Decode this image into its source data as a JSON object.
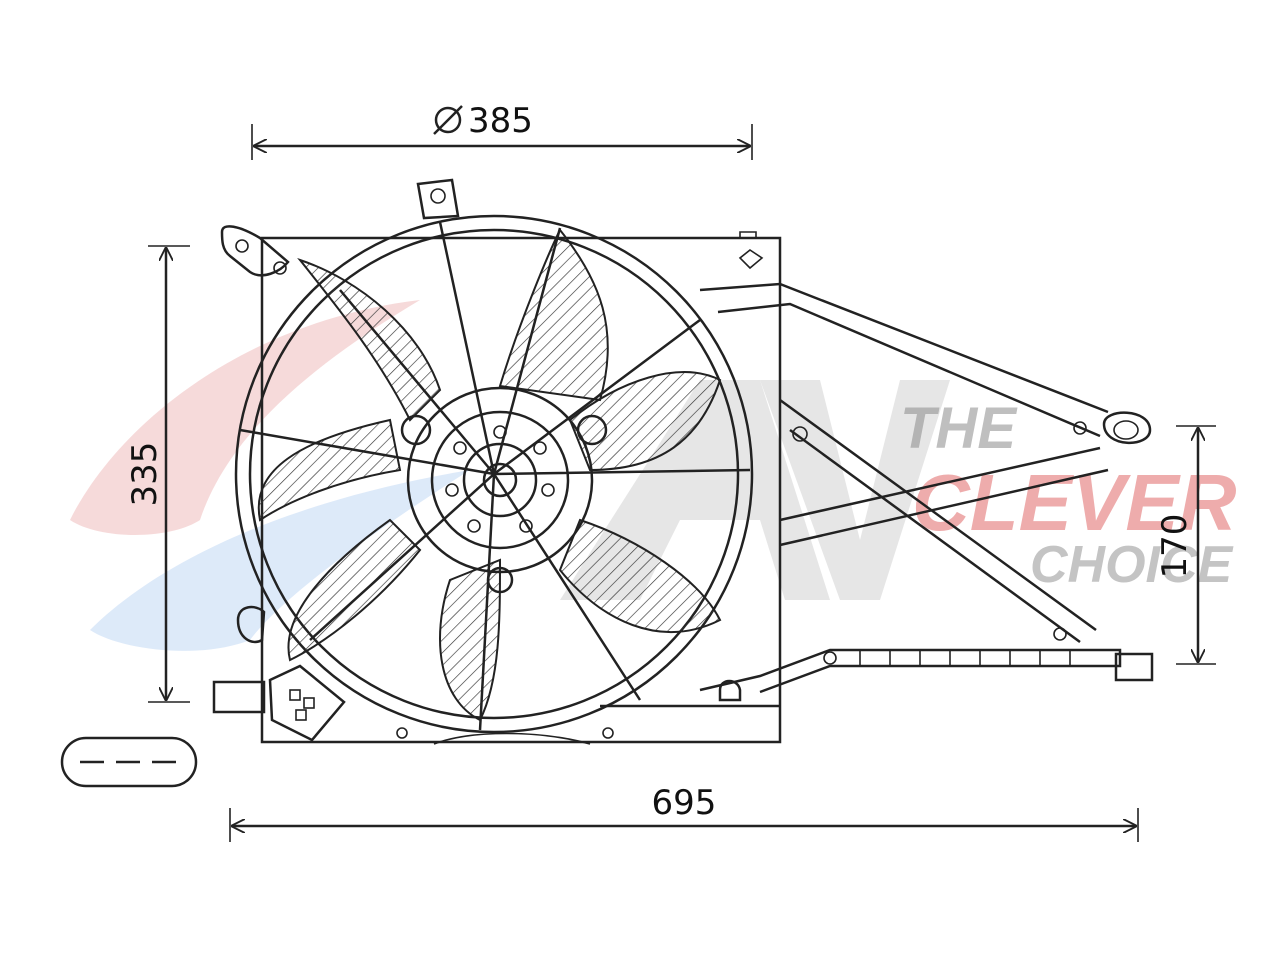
{
  "dimensions": {
    "fan_diameter": "385",
    "height": "335",
    "width": "695",
    "bracket_height": "170"
  },
  "watermark": {
    "line1": "THE",
    "line2": "CLEVER",
    "line3": "CHOICE",
    "colors": {
      "grey": "#8a8a8a",
      "red": "#d94848",
      "blue": "#4a8fd8"
    }
  },
  "connector_pinout": "- - -",
  "icons": {
    "diameter_symbol": "diameter-icon",
    "logo": "ava-logo-icon"
  }
}
